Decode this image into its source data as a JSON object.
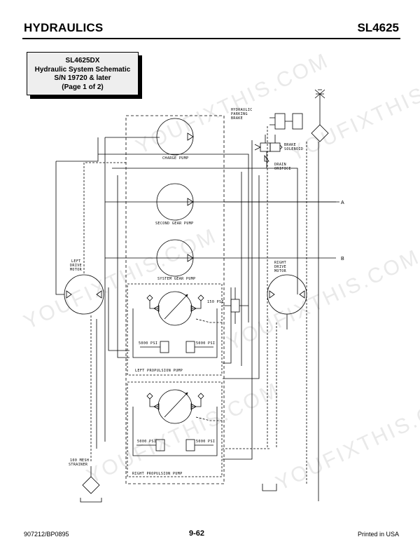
{
  "header": {
    "section": "HYDRAULICS",
    "model": "SL4625"
  },
  "title_box": {
    "line1": "SL4625DX",
    "line2": "Hydraulic System Schematic",
    "line3": "S/N 19720 & later",
    "line4": "(Page 1 of 2)"
  },
  "labels": {
    "parking_brake_1": "HYDRAULIC",
    "parking_brake_2": "PARKING",
    "parking_brake_3": "BRAKE",
    "brake_solenoid_1": "BRAKE",
    "brake_solenoid_2": "SOLENOID",
    "drain_1": "DRAIN",
    "drain_2": "ORIFICE",
    "charge_pump": "CHARGE PUMP",
    "second_gear_pump": "SECOND GEAR PUMP",
    "system_gear_pump": "SYSTEM GEAR PUMP",
    "left_motor_1": "LEFT",
    "left_motor_2": "DRIVE",
    "left_motor_3": "MOTOR",
    "right_motor_1": "RIGHT",
    "right_motor_2": "DRIVE",
    "right_motor_3": "MOTOR",
    "psi_150": "150 PSI",
    "left_psi_a": "5000 PSI",
    "left_psi_b": "5000 PSI",
    "left_prop_pump": "LEFT PROPULSION PUMP",
    "right_psi_a": "5000 PSI",
    "right_psi_b": "5000 PSI",
    "right_prop_pump": "RIGHT PROPULSION PUMP",
    "strainer_1": "100 MESH",
    "strainer_2": "STRAINER",
    "port_a": "A",
    "port_b": "B"
  },
  "watermark": "YOUFIXTHIS.COM",
  "footer": {
    "doc": "907212/BP0895",
    "page": "9-62",
    "printed": "Printed in USA"
  }
}
